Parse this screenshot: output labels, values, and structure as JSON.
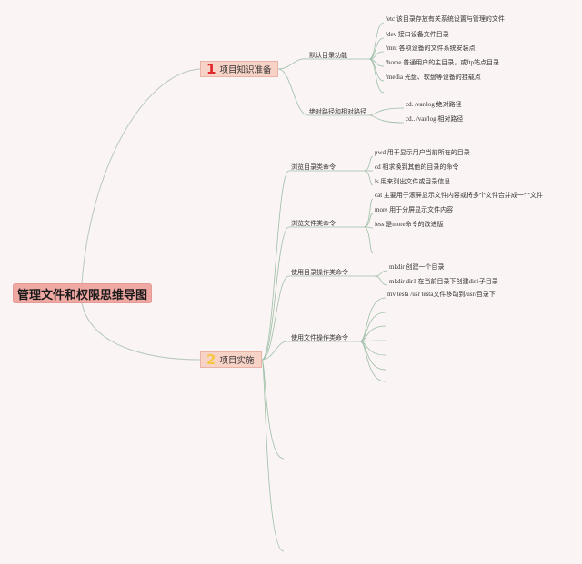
{
  "root": {
    "label": "管理文件和权限思维导图"
  },
  "branches": [
    {
      "number": "1",
      "label": "项目知识准备",
      "children": [
        {
          "label": "默认目录功能",
          "leaves": [
            "/etc 该目录存放有关系统设置与管理的文件",
            "/dev 接口设备文件目录",
            "/mnt 各项设备的文件系统安装点",
            "/home 普通用户的主目录，或ftp站点目录",
            "/media 光盘、软盘等设备的挂载点",
            ""
          ]
        },
        {
          "label": "绝对路径和相对路径",
          "leaves": [
            "cd. /var/log 绝对路径",
            "cd.. /var/log 相对路径"
          ]
        }
      ]
    },
    {
      "number": "2",
      "label": "项目实施",
      "children": [
        {
          "label": "浏览目录类命令",
          "leaves": [
            "pwd 用于显示用户当前所在的目录",
            "cd 相求换到其他的目录的命令",
            "ls 用来列出文件或目录信息"
          ]
        },
        {
          "label": "浏览文件类命令",
          "leaves": [
            "cat 主要用于滚屏显示文件内容或将多个文件合并成一个文件",
            "more 用于分屏显示文件内容",
            "less 是more命令的改进版",
            ""
          ]
        },
        {
          "label": "使用目录操作类命令",
          "leaves": [
            "mkdir 创建一个目录",
            "mkdir dir1 在当前目录下创建dir1子目录"
          ]
        },
        {
          "label": "使用文件操作类命令",
          "leaves": [
            "mv testa /usr testa文件移动到/usr/目录下",
            "",
            "",
            "",
            "",
            "",
            ""
          ]
        }
      ]
    }
  ]
}
